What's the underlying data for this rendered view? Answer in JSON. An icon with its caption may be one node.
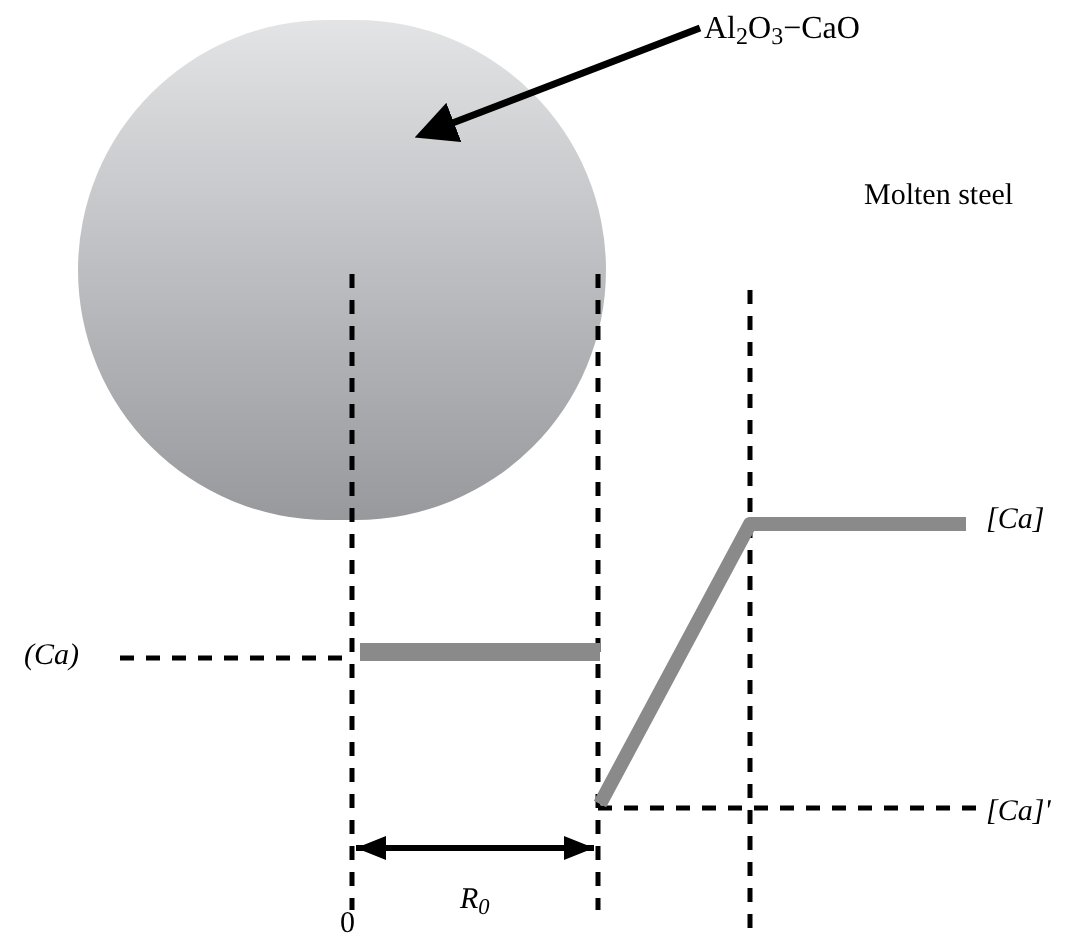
{
  "diagram": {
    "nodes": [
      {
        "text": [
          "Al$_{2}$O$_{3}$−CaO"
        ]
      },
      {
        "text": [],
        "shape": "circle"
      }
    ],
    "edges": [
      {
        "from": 0,
        "to": 1,
        "arrow": "to"
      }
    ],
    "labels": [
      "Molten steel",
      "(Ca)",
      "[Ca]",
      "[Ca]'",
      "0",
      "R$_{0}$"
    ]
  }
}
